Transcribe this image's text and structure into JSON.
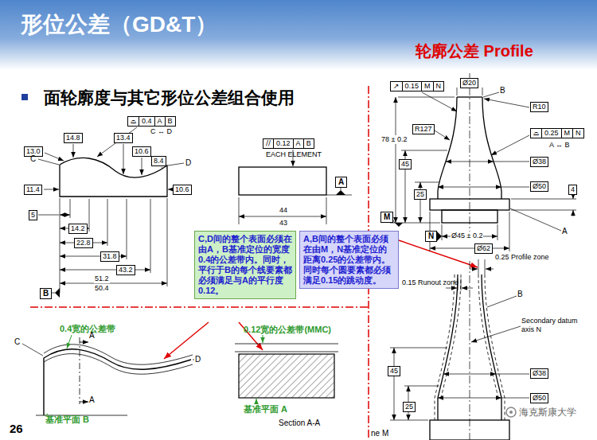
{
  "diagram": {
    "title": "形位公差（GD&T）",
    "nodes": [
      {
        "text": [
          "⌓",
          "0.4",
          "A",
          "B"
        ]
      },
      {
        "text": [
          "14.8"
        ]
      },
      {
        "text": [
          "13.4"
        ]
      },
      {
        "text": [
          "13.0"
        ]
      },
      {
        "text": [
          "10.6"
        ]
      },
      {
        "text": [
          "8.4"
        ]
      },
      {
        "text": [
          "11.4"
        ]
      },
      {
        "text": [
          "10.6"
        ]
      },
      {
        "text": [
          "5"
        ]
      },
      {
        "text": [
          "14.2"
        ]
      },
      {
        "text": [
          "22.8"
        ]
      },
      {
        "text": [
          "31.8"
        ]
      },
      {
        "text": [
          "43.2"
        ]
      },
      {
        "text": [
          "B"
        ]
      },
      {
        "text": [
          "//",
          "0.12",
          "A",
          "B"
        ]
      },
      {
        "text": [
          "A"
        ]
      },
      {
        "text": [
          "C,D间的整个表面必须在由A，B基准定位的宽度0.4的公差带内。同时，平行于B的每个线要素都必须满足与A的平行度0.12。"
        ]
      },
      {
        "text": [
          "A,B间的整个表面必须在由M，N基准定位的距离0.25的公差带内。同时每个圆要素都必须满足0.15的跳动度。"
        ]
      },
      {
        "text": [
          "↗",
          "0.15",
          "M",
          "N"
        ]
      },
      {
        "text": [
          "Ø20"
        ]
      },
      {
        "text": [
          "R10"
        ]
      },
      {
        "text": [
          "R127"
        ]
      },
      {
        "text": [
          "⌓",
          "0.25",
          "M",
          "N"
        ]
      },
      {
        "text": [
          "45"
        ]
      },
      {
        "text": [
          "Ø38"
        ]
      },
      {
        "text": [
          "25"
        ]
      },
      {
        "text": [
          "Ø50"
        ]
      },
      {
        "text": [
          "4"
        ]
      },
      {
        "text": [
          "M"
        ]
      },
      {
        "text": [
          "N"
        ]
      },
      {
        "text": [
          "Ø62"
        ]
      },
      {
        "text": [
          "45"
        ]
      },
      {
        "text": [
          "Ø38"
        ]
      },
      {
        "text": [
          "Ø50"
        ]
      },
      {
        "text": [
          "25"
        ]
      }
    ],
    "labels": [
      "轮廓公差 Profile",
      "面轮廓度与其它形位公差组合使用",
      "C",
      "D",
      "C ↔ D",
      "51.2",
      "50.4",
      "EACH ELEMENT",
      "44",
      "43",
      "0.4宽的公差带",
      "C",
      "D",
      "A",
      "A",
      "基准平面 B",
      "26",
      "0.12宽的公差带(MMC)",
      "基准平面 A",
      "Section A-A",
      "B",
      "78 ± 0.2",
      "A ↔ B",
      "A",
      "Ø45 ± 0.2",
      "0.25 Profile zone",
      "0.15 Runout zone",
      "B",
      "Secondary datum axis N",
      "ne M",
      "海克斯康大学"
    ]
  }
}
